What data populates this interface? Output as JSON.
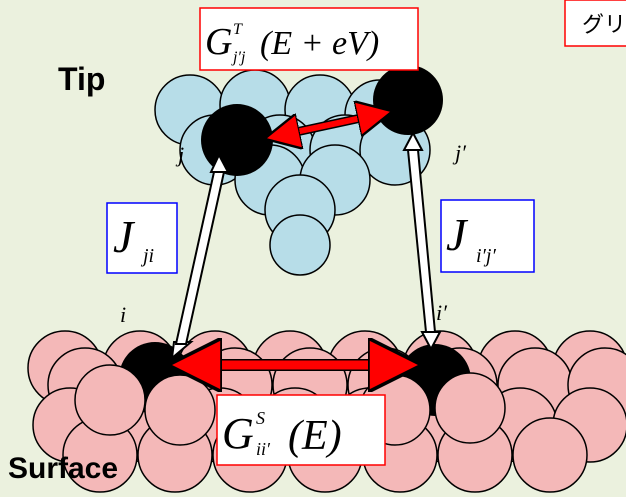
{
  "labels": {
    "tip": "Tip",
    "surface": "Surface",
    "corner_text": "グリ",
    "site_j": "j",
    "site_j_prime": "j′",
    "site_i": "i",
    "site_i_prime": "i′"
  },
  "formulas": {
    "tip_green": {
      "base": "G",
      "sup": "T",
      "sub": "j′j",
      "arg": "(E + eV)"
    },
    "surface_green": {
      "base": "G",
      "sup": "S",
      "sub": "ii′",
      "arg": "(E)"
    },
    "hop_left": {
      "base": "J",
      "sub": "ji"
    },
    "hop_right": {
      "base": "J",
      "sub": "i′j′"
    }
  },
  "colors": {
    "background": "#ebf1de",
    "tip_atom": "#b7dde8",
    "surface_atom": "#f4b8b8",
    "active_atom": "#000000",
    "red_arrow": "#ff0000",
    "hopping_arrow": "#ffffff",
    "green_box_border": "#ff0000",
    "hop_box_border": "#0000ff"
  }
}
